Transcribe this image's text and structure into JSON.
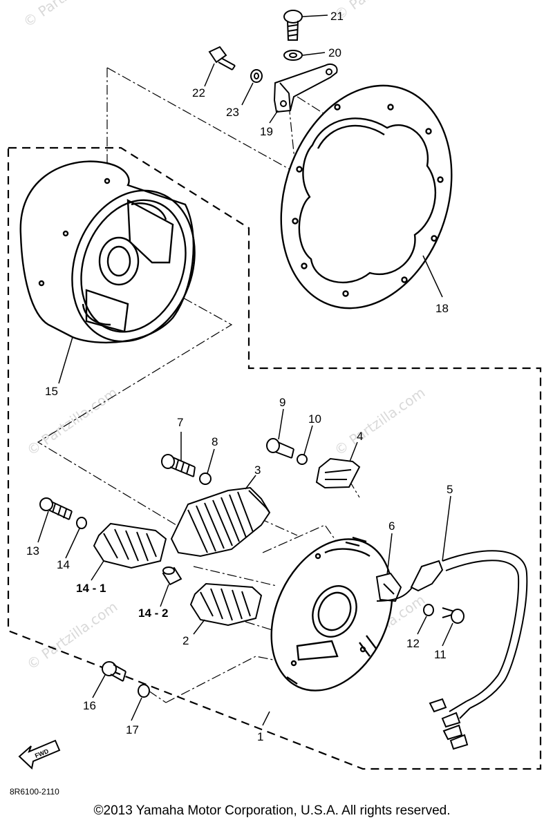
{
  "diagram": {
    "part_numbers": {
      "p1": "1",
      "p2": "2",
      "p3": "3",
      "p4": "4",
      "p5": "5",
      "p6": "6",
      "p7": "7",
      "p8": "8",
      "p9": "9",
      "p10": "10",
      "p11": "11",
      "p12": "12",
      "p13": "13",
      "p14": "14",
      "p14_1": "14 - 1",
      "p14_2": "14 - 2",
      "p15": "15",
      "p16": "16",
      "p17": "17",
      "p18": "18",
      "p19": "19",
      "p20": "20",
      "p21": "21",
      "p22": "22",
      "p23": "23"
    },
    "watermark": "© Partzilla.com",
    "front_arrow": "FWD",
    "drawing_code": "8R6100-2110"
  },
  "footer": {
    "copyright": "©2013 Yamaha Motor Corporation, U.S.A. All rights reserved."
  }
}
